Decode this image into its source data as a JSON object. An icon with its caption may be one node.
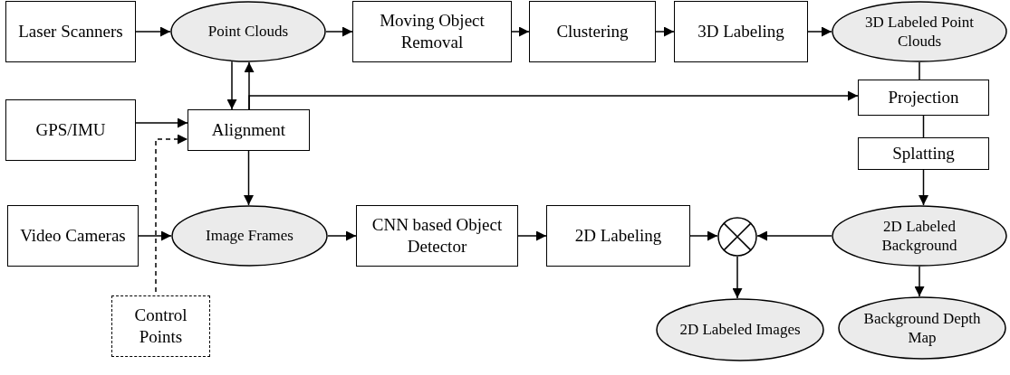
{
  "diagram": {
    "nodes": [
      {
        "text": [
          "Laser Scanners"
        ]
      },
      {
        "text": [
          "Point Clouds"
        ]
      },
      {
        "text": [
          "Moving Object Removal"
        ]
      },
      {
        "text": [
          "Clustering"
        ]
      },
      {
        "text": [
          "3D Labeling"
        ]
      },
      {
        "text": [
          "3D Labeled Point Clouds"
        ]
      },
      {
        "text": [
          "GPS/IMU"
        ]
      },
      {
        "text": [
          "Alignment"
        ]
      },
      {
        "text": [
          "Projection"
        ]
      },
      {
        "text": [
          "Splatting"
        ]
      },
      {
        "text": [
          "Video Cameras"
        ]
      },
      {
        "text": [
          "Image Frames"
        ]
      },
      {
        "text": [
          "CNN based Object Detector"
        ]
      },
      {
        "text": [
          "2D Labeling"
        ]
      },
      {
        "text": [],
        "shape": "circle"
      },
      {
        "text": [
          "2D Labeled Background"
        ]
      },
      {
        "text": [
          "Control Points"
        ]
      },
      {
        "text": [
          "2D Labeled Images"
        ]
      },
      {
        "text": [
          "Background Depth Map"
        ]
      }
    ],
    "edges": [
      {
        "from": 0,
        "to": 1,
        "arrow": "to"
      },
      {
        "from": 1,
        "to": 2,
        "arrow": "to"
      },
      {
        "from": 2,
        "to": 3,
        "arrow": "to"
      },
      {
        "from": 3,
        "to": 4,
        "arrow": "to"
      },
      {
        "from": 4,
        "to": 5,
        "arrow": "to"
      },
      {
        "from": 1,
        "to": 7,
        "arrow": "to"
      },
      {
        "from": 7,
        "to": 1,
        "arrow": "to"
      },
      {
        "from": 7,
        "to": 8,
        "arrow": "to"
      },
      {
        "from": 6,
        "to": 7,
        "arrow": "to"
      },
      {
        "from": 16,
        "to": 7,
        "arrow": "to",
        "style": "dashed"
      },
      {
        "from": 7,
        "to": 11,
        "arrow": "to"
      },
      {
        "from": 10,
        "to": 11,
        "arrow": "to"
      },
      {
        "from": 11,
        "to": 12,
        "arrow": "to"
      },
      {
        "from": 12,
        "to": 13,
        "arrow": "to"
      },
      {
        "from": 13,
        "to": 14,
        "arrow": "to"
      },
      {
        "from": 15,
        "to": 14,
        "arrow": "to"
      },
      {
        "from": 14,
        "to": 17,
        "arrow": "to"
      },
      {
        "from": 15,
        "to": 18,
        "arrow": "to"
      },
      {
        "from": 5,
        "to": 8,
        "arrow": "none"
      },
      {
        "from": 8,
        "to": 9,
        "arrow": "none"
      },
      {
        "from": 9,
        "to": 15,
        "arrow": "to"
      }
    ]
  }
}
